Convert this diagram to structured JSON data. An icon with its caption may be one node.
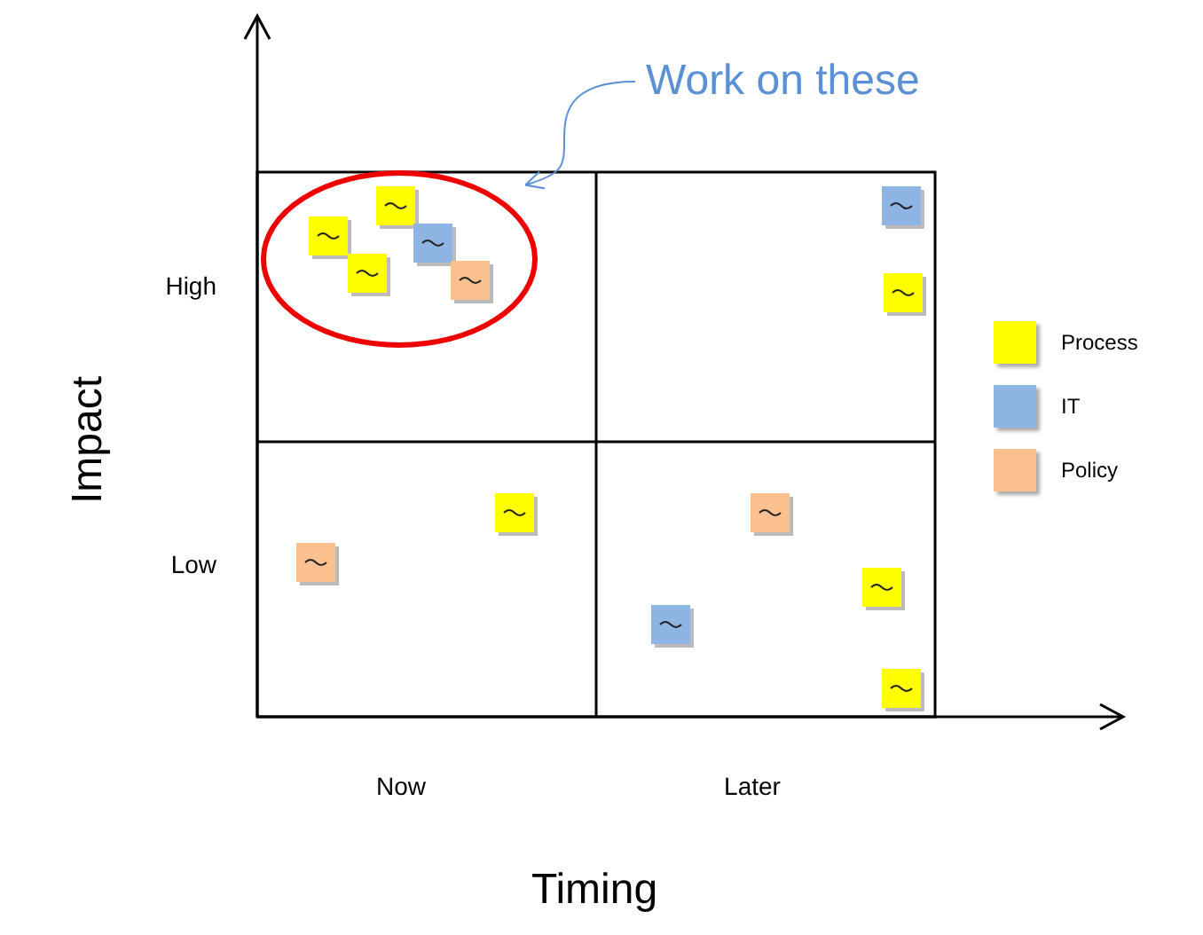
{
  "diagram": {
    "nodes": [
      {
        "text": [
          "Work on these"
        ]
      },
      {
        "text": [],
        "shape": "circle"
      }
    ],
    "edges": [
      {
        "from": 0,
        "to": 1,
        "arrow": "to"
      }
    ],
    "labels": [
      "Impact",
      "High",
      "Low",
      "Now",
      "Later",
      "Timing"
    ],
    "legend": [
      {
        "text": "Process",
        "color": "#ffff00"
      },
      {
        "text": "IT",
        "color": "#8eb4e3"
      },
      {
        "text": "Policy",
        "color": "#fac090"
      }
    ]
  }
}
